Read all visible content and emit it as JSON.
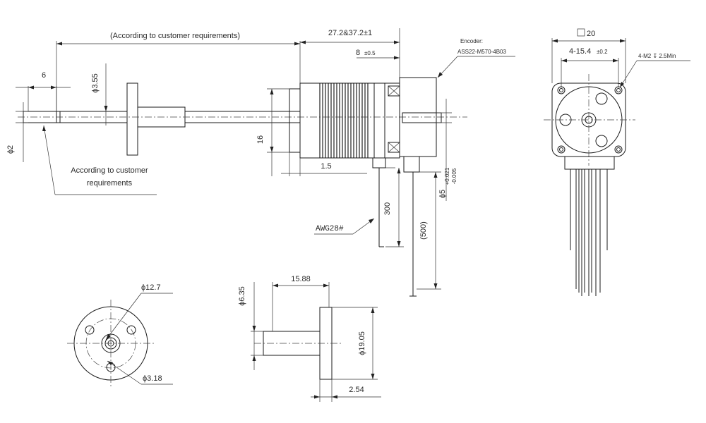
{
  "top_view": {
    "customer_note_top": "(According to customer requirements)",
    "length_dim": "27.2&37.2±1",
    "encoder_label": "Encoder:",
    "encoder_model": "ASS22-M570-4B03",
    "dim_6": "6",
    "dim_phi355": "ϕ3.55",
    "dim_phi2": "ϕ2",
    "customer_note_line1": "According to customer",
    "customer_note_line2": "requirements",
    "dim_16": "16",
    "dim_15": "1.5",
    "dim_8": "8",
    "dim_8_tol": "±0.5",
    "dim_phi5": "ϕ5",
    "dim_phi5_tol_upper": "+0.021",
    "dim_phi5_tol_lower": "-0.005",
    "dim_300": "300",
    "dim_500": "(500)",
    "wire_label": "AWG28#"
  },
  "end_view": {
    "dim_square20": "20",
    "dim_hole_spacing": "4-15.4",
    "dim_hole_spacing_tol": "±0.2",
    "thread_note": "4-M2 ↧ 2.5Min"
  },
  "nut_front": {
    "dim_phi127": "ϕ12.7",
    "dim_phi318": "ϕ3.18"
  },
  "nut_side": {
    "dim_phi635": "ϕ6.35",
    "dim_1588": "15.88",
    "dim_phi1905": "ϕ19.05",
    "dim_254": "2.54"
  }
}
